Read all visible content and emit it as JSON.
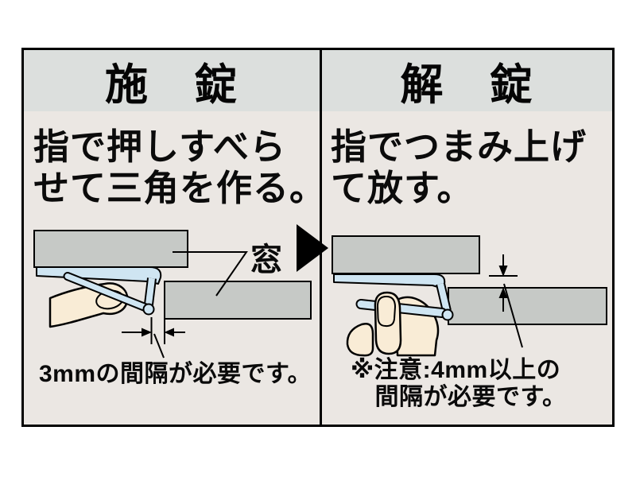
{
  "diagram": {
    "left": {
      "header": "施　錠",
      "instruction": "指で押しすべら\nせて三角を作る。",
      "window_label": "窓",
      "note": "3mmの間隔が必要です。"
    },
    "right": {
      "header": "解　錠",
      "instruction": "指でつまみ上げ\nて放す。",
      "note": "※注意:4mm以上の\n　間隔が必要です。"
    },
    "icons": {
      "panel_arrow": "black-right-triangle",
      "gap_dimension_left": "horizontal-gap-arrows",
      "gap_dimension_right": "vertical-gap-arrows"
    },
    "colors": {
      "frame_background": "#ebe7e3",
      "header_background": "#dcdfdd",
      "sash_gray": "#c6c9c6",
      "latch_blue": "#cfe5f2",
      "hand_skin": "#f9ecd6",
      "line_black": "#000000"
    }
  }
}
